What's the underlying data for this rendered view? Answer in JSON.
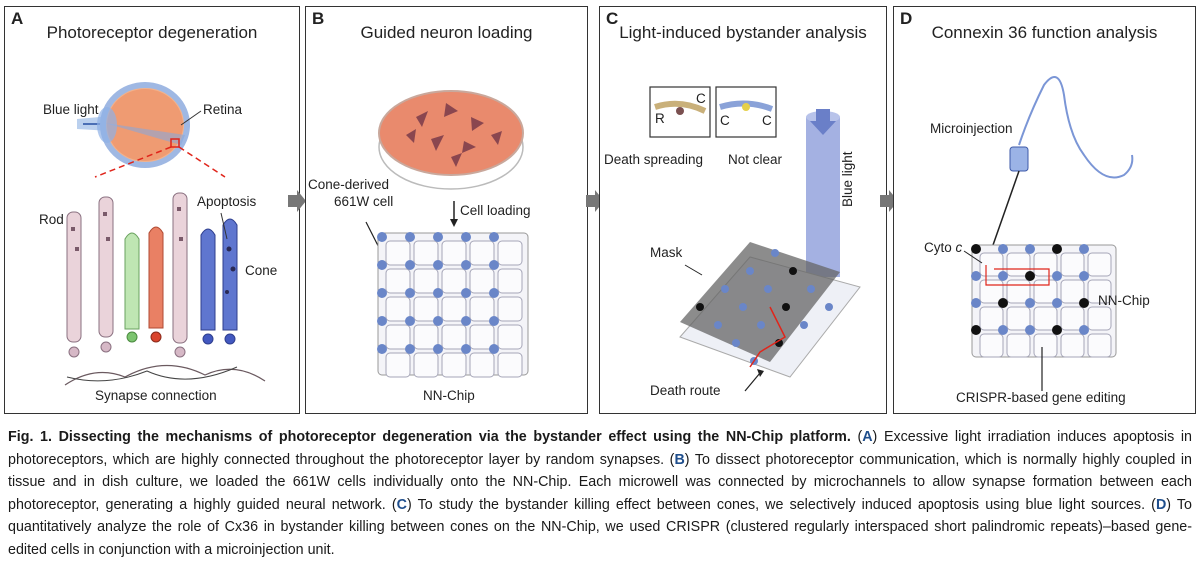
{
  "panels": {
    "a": {
      "letter": "A",
      "title": "Photoreceptor degeneration",
      "labels": {
        "blue_light": "Blue light",
        "retina": "Retina",
        "rod": "Rod",
        "apoptosis": "Apoptosis",
        "cone": "Cone",
        "synapse": "Synapse connection"
      }
    },
    "b": {
      "letter": "B",
      "title": "Guided neuron loading",
      "labels": {
        "cone_derived": "Cone-derived",
        "cell_661w": "661W cell",
        "cell_loading": "Cell loading",
        "nn_chip": "NN-Chip"
      }
    },
    "c": {
      "letter": "C",
      "title": "Light-induced bystander analysis",
      "labels": {
        "r": "R",
        "c1": "C",
        "c2": "C",
        "c3": "C",
        "death_spreading": "Death spreading",
        "not_clear": "Not clear",
        "blue_light": "Blue light",
        "mask": "Mask",
        "death_route": "Death route"
      }
    },
    "d": {
      "letter": "D",
      "title": "Connexin 36 function analysis",
      "labels": {
        "microinjection": "Microinjection",
        "cyto": "Cyto",
        "cyto_c": "c",
        "nn_chip": "NN-Chip",
        "crispr": "CRISPR-based gene editing"
      }
    }
  },
  "caption": {
    "fig": "Fig. 1.",
    "title": "Dissecting the mechanisms of photoreceptor degeneration via the bystander effect using the NN-Chip platform.",
    "a_letter": "A",
    "a_text": "Excessive light irradiation induces apoptosis in photoreceptors, which are highly connected throughout the photoreceptor layer by random synapses.",
    "b_letter": "B",
    "b_text": "To dissect photoreceptor communication, which is normally highly coupled in tissue and in dish culture, we loaded the 661W cells individually onto the NN-Chip. Each microwell was connected by microchannels to allow synapse formation between each photoreceptor, generating a highly guided neural network.",
    "c_letter": "C",
    "c_text": "To study the bystander killing effect between cones, we selectively induced apoptosis using blue light sources.",
    "d_letter": "D",
    "d_text": "To quantitatively analyze the role of Cx36 in bystander killing between cones on the NN-Chip, we used CRISPR (clustered regularly interspaced short palindromic repeats)–based gene-edited cells in conjunction with a microinjection unit."
  },
  "colors": {
    "blue_cell": "#6a86c8",
    "rod_pink": "#e6c8cf",
    "cone_green": "#8fd18a",
    "cone_red": "#e0664a",
    "cone_blue": "#4b63c6",
    "dish": "#e88a6d",
    "caption_letter": "#1f4e8c",
    "arrow": "#666666"
  }
}
